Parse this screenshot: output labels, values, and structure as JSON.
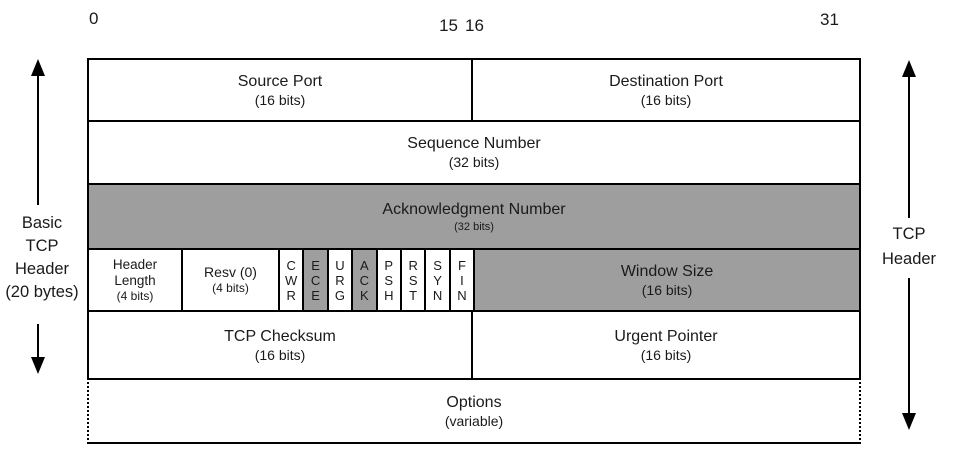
{
  "bit_scale": {
    "start": "0",
    "mid_left": "15",
    "mid_right": "16",
    "end": "31"
  },
  "annotations": {
    "left_caption": "Basic\nTCP\nHeader\n(20 bytes)",
    "right_caption": "TCP\nHeader"
  },
  "fields": {
    "source_port": {
      "title": "Source Port",
      "size": "(16 bits)"
    },
    "destination_port": {
      "title": "Destination Port",
      "size": "(16 bits)"
    },
    "sequence_number": {
      "title": "Sequence Number",
      "size": "(32 bits)"
    },
    "acknowledgment_number": {
      "title": "Acknowledgment Number",
      "size": "(32 bits)"
    },
    "header_length": {
      "title": "Header\nLength",
      "size": "(4 bits)"
    },
    "reserved": {
      "title": "Resv (0)",
      "size": "(4 bits)"
    },
    "window_size": {
      "title": "Window Size",
      "size": "(16 bits)"
    },
    "tcp_checksum": {
      "title": "TCP Checksum",
      "size": "(16 bits)"
    },
    "urgent_pointer": {
      "title": "Urgent Pointer",
      "size": "(16 bits)"
    },
    "options": {
      "title": "Options",
      "size": "(variable)"
    }
  },
  "flags": [
    {
      "name": "CWR",
      "letters": "C\nW\nR",
      "shaded": false
    },
    {
      "name": "ECE",
      "letters": "E\nC\nE",
      "shaded": true
    },
    {
      "name": "URG",
      "letters": "U\nR\nG",
      "shaded": false
    },
    {
      "name": "ACK",
      "letters": "A\nC\nK",
      "shaded": true
    },
    {
      "name": "PSH",
      "letters": "P\nS\nH",
      "shaded": false
    },
    {
      "name": "RST",
      "letters": "R\nS\nT",
      "shaded": false
    },
    {
      "name": "SYN",
      "letters": "S\nY\nN",
      "shaded": false
    },
    {
      "name": "FIN",
      "letters": "F\nI\nN",
      "shaded": false
    }
  ],
  "colors": {
    "shaded_fill": "#9e9e9e",
    "border": "#000000",
    "background": "#ffffff"
  }
}
